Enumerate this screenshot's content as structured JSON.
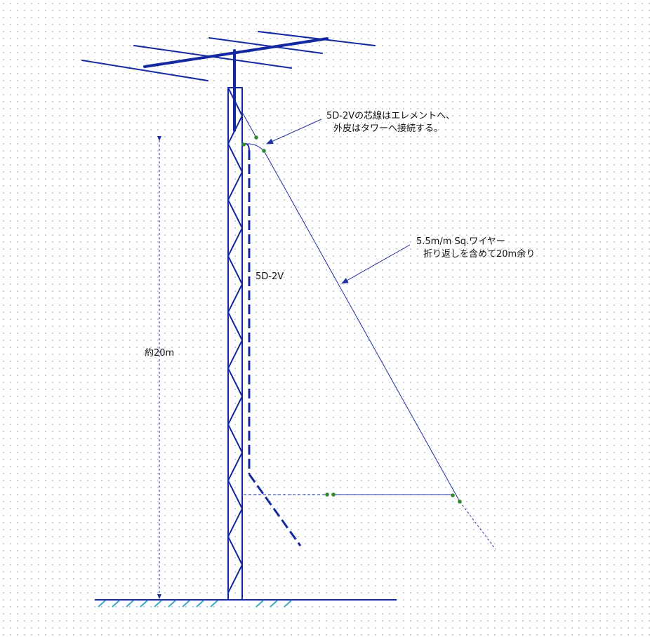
{
  "labels": {
    "feed_note_line1": "5D-2Vの芯線はエレメントへ、",
    "feed_note_line2": "外皮はタワーへ接続する。",
    "wire_note_line1": "5.5m/m Sq.ワイヤー",
    "wire_note_line2": "折り返しを含めて20m余り",
    "coax_label": "5D-2V",
    "height_label": "約20m"
  },
  "colors": {
    "tower_blue": "#1428a0",
    "wire_blue": "#1f2f9e",
    "node_green": "#2f8a2f",
    "ground_hatch": "#3fa7c8",
    "text": "#111111"
  }
}
